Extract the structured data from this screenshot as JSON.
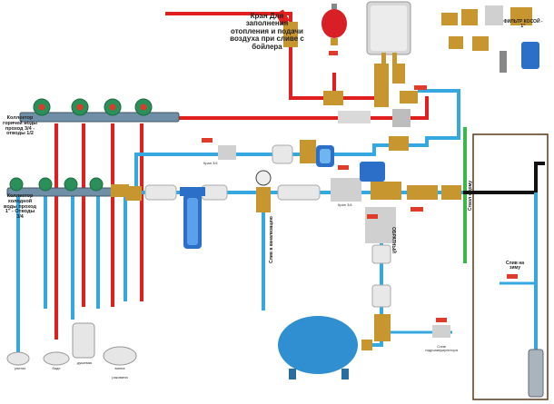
{
  "labels": {
    "kran": "Кран Для заполнения отопления и подачи воздуха при сливе с бойлера",
    "hot_collector": "Коллектор горячей воды проход 3/4 - отводы 1/2",
    "cold_collector": "Коллектор холодной воды проход 1\" - Отводы 3/4",
    "filter": "ФИЛЬТР КОСОЙ - 1\"",
    "drain_well": "Слив на зиму",
    "sewer": "Слив в канализацию",
    "to_house": "Ствол к дому",
    "note_small_1": "Кран 3/4",
    "note_small_2": "Слив гидроаккумулятора",
    "note_small_3": "унитаз",
    "note_small_4": "биде",
    "note_small_5": "душевая",
    "note_small_6": "ванна",
    "note_small_7": "Кран 3/4",
    "note_small_8": "ОБРАТНЫЙ",
    "note_small_9": "раковина"
  },
  "colors": {
    "hot_pipe": "#e0201e",
    "cold_pipe": "#35a8e0",
    "ground_pipe": "#111111",
    "casing": "#5a3a1a",
    "green_line": "#3cb84a",
    "accumulator": "#2f8fd0",
    "filter_housing": "#2c6fc8",
    "boiler": "#d7d7d7",
    "expansion_tank": "#d81f26",
    "brass": "#c8962e",
    "collector": "#6f8fa6",
    "valve_handle": "#e03a2a"
  },
  "icons": {
    "boiler": "water-heater-icon",
    "expansion_tank": "expansion-tank-icon",
    "accumulator": "hydro-accumulator-icon",
    "filter": "water-filter-icon",
    "pump": "borehole-pump-icon"
  }
}
